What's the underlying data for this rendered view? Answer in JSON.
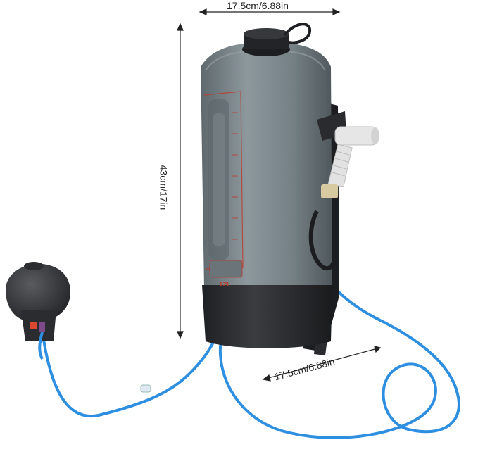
{
  "dimensions": {
    "top_width": "17.5cm/6.88in",
    "height": "43cm/17in",
    "depth": "17.5cm/6.88in"
  },
  "product": {
    "capacity_label": "12L"
  },
  "colors": {
    "body": "#6f7a80",
    "body_highlight": "#8d989d",
    "base": "#2a2b2e",
    "hose": "#2e8fe0",
    "accent_red": "#c0392b",
    "shower_head": "#e6e6e6",
    "pump": "#3a3b3e"
  }
}
